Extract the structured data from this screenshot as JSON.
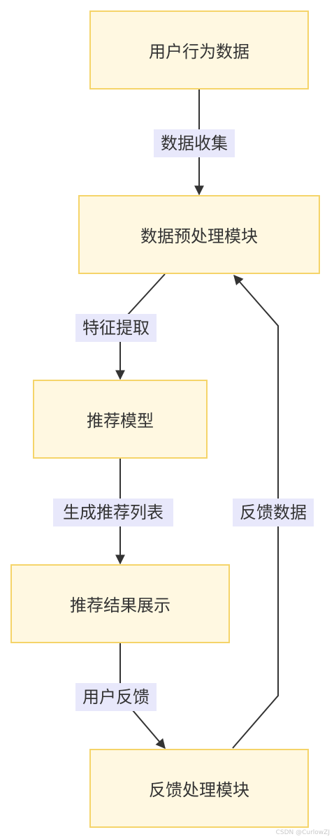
{
  "nodes": {
    "user_behavior_data": "用户行为数据",
    "preprocessing_module": "数据预处理模块",
    "recommendation_model": "推荐模型",
    "recommendation_display": "推荐结果展示",
    "feedback_processing_module": "反馈处理模块"
  },
  "edges": {
    "data_collection": "数据收集",
    "feature_extraction": "特征提取",
    "generate_list": "生成推荐列表",
    "user_feedback": "用户反馈",
    "feedback_data": "反馈数据"
  },
  "watermark": "CSDN @CurlowZJ",
  "colors": {
    "node_fill": "#fff8e1",
    "node_border": "#f5d469",
    "edge_label_bg": "#e8e8fb",
    "edge_stroke": "#333333"
  }
}
